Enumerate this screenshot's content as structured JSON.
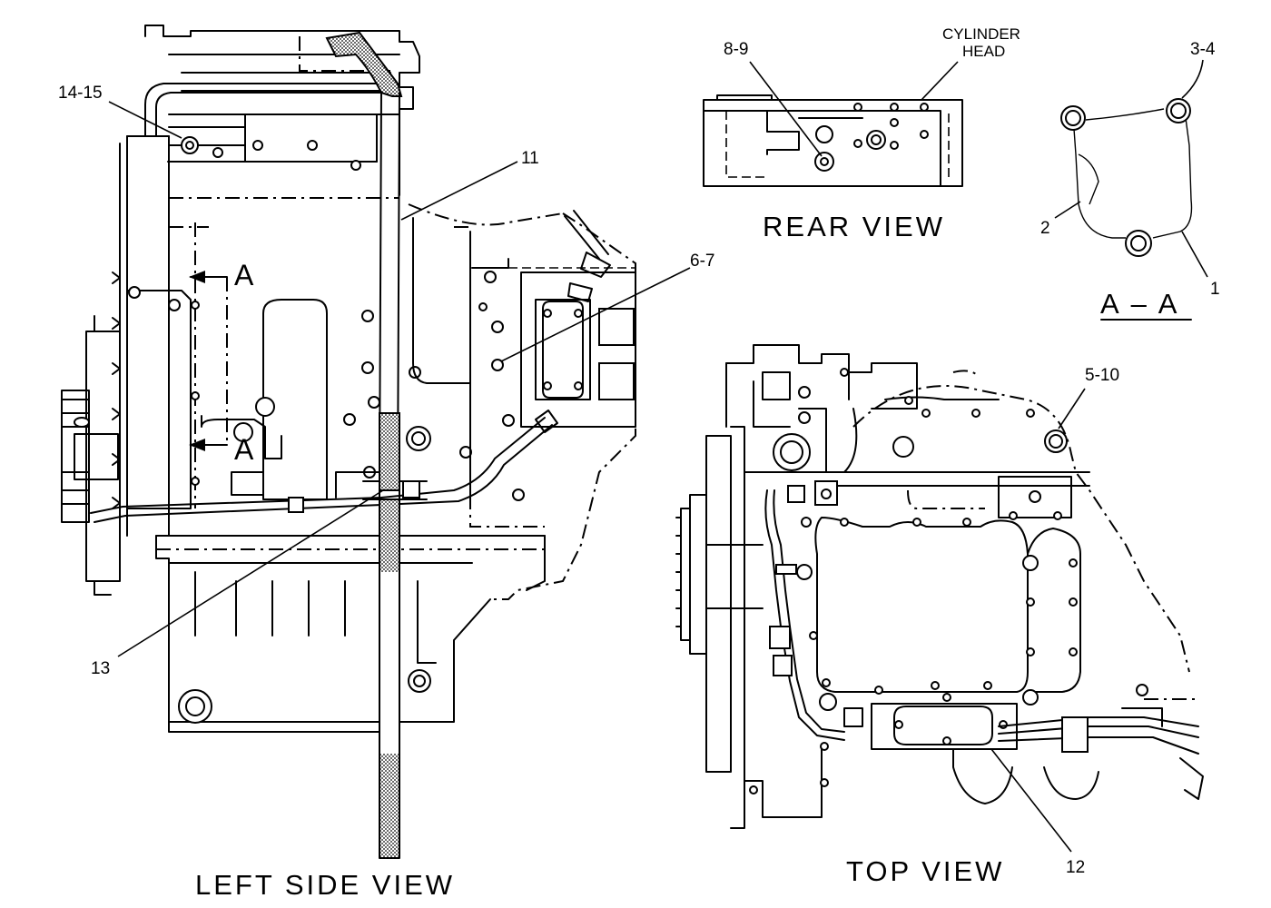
{
  "views": {
    "left_side": "LEFT  SIDE  VIEW",
    "rear": "REAR  VIEW",
    "top": "TOP  VIEW",
    "section": "A – A"
  },
  "section_marker": {
    "letter_top": "A",
    "letter_bottom": "A"
  },
  "annotation": {
    "line1": "CYLINDER",
    "line2": "HEAD"
  },
  "callouts": {
    "c_14_15": "14-15",
    "c_11": "11",
    "c_6_7": "6-7",
    "c_13": "13",
    "c_8_9": "8-9",
    "c_3_4": "3-4",
    "c_2": "2",
    "c_1": "1",
    "c_5_10": "5-10",
    "c_12": "12"
  }
}
